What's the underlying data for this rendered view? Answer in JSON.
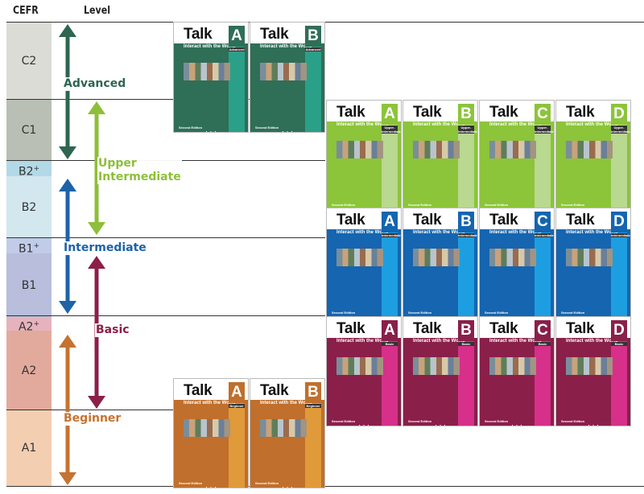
{
  "headers": {
    "cefr": "CEFR",
    "level": "Level"
  },
  "cefr_bands": [
    {
      "id": "c2",
      "label": "C2",
      "sup": "",
      "color": "#dcdcd7"
    },
    {
      "id": "c1",
      "label": "C1",
      "sup": "",
      "color": "#b9bfb4"
    },
    {
      "id": "b2plus",
      "label": "B2",
      "sup": "+",
      "color": "#b3d9e6"
    },
    {
      "id": "b2",
      "label": "B2",
      "sup": "",
      "color": "#d2e8ee"
    },
    {
      "id": "b1plus",
      "label": "B1",
      "sup": "+",
      "color": "#c0cce8"
    },
    {
      "id": "b1",
      "label": "B1",
      "sup": "",
      "color": "#b8bedb"
    },
    {
      "id": "a2plus",
      "label": "A2",
      "sup": "+",
      "color": "#e6b2bd"
    },
    {
      "id": "a2",
      "label": "A2",
      "sup": "",
      "color": "#e2aa9c"
    },
    {
      "id": "a1",
      "label": "A1",
      "sup": "",
      "color": "#f4ceb1"
    }
  ],
  "levels": [
    {
      "id": "advanced",
      "name": "Advanced",
      "color": "#2e6650"
    },
    {
      "id": "upper-intermediate",
      "name": "Upper\nIntermediate",
      "color": "#8dbf3a"
    },
    {
      "id": "intermediate",
      "name": "Intermediate",
      "color": "#1c63a8"
    },
    {
      "id": "basic",
      "name": "Basic",
      "color": "#8b1f48"
    },
    {
      "id": "beginner",
      "name": "Beginner",
      "color": "#c57330"
    }
  ],
  "books": {
    "brand": "Talk",
    "tagline": "Interact with the World",
    "edition": "Second Edition",
    "series": [
      {
        "level": "advanced",
        "tag": "Advanced",
        "bg": "#2f6e57",
        "accent": "#2aa089",
        "letters": [
          "A",
          "B"
        ]
      },
      {
        "level": "upper-intermediate",
        "tag": "Upper-Intermediate",
        "bg": "#8cc43a",
        "accent": "#b9d890",
        "letters": [
          "A",
          "B",
          "C",
          "D"
        ]
      },
      {
        "level": "intermediate",
        "tag": "Intermediate",
        "bg": "#1565b0",
        "accent": "#1d9ee0",
        "letters": [
          "A",
          "B",
          "C",
          "D"
        ]
      },
      {
        "level": "basic",
        "tag": "Basic",
        "bg": "#8a1f4a",
        "accent": "#d6308a",
        "letters": [
          "A",
          "B",
          "C",
          "D"
        ]
      },
      {
        "level": "beginner",
        "tag": "Beginner",
        "bg": "#c06f2c",
        "accent": "#e09a3a",
        "letters": [
          "A",
          "B"
        ]
      }
    ]
  }
}
